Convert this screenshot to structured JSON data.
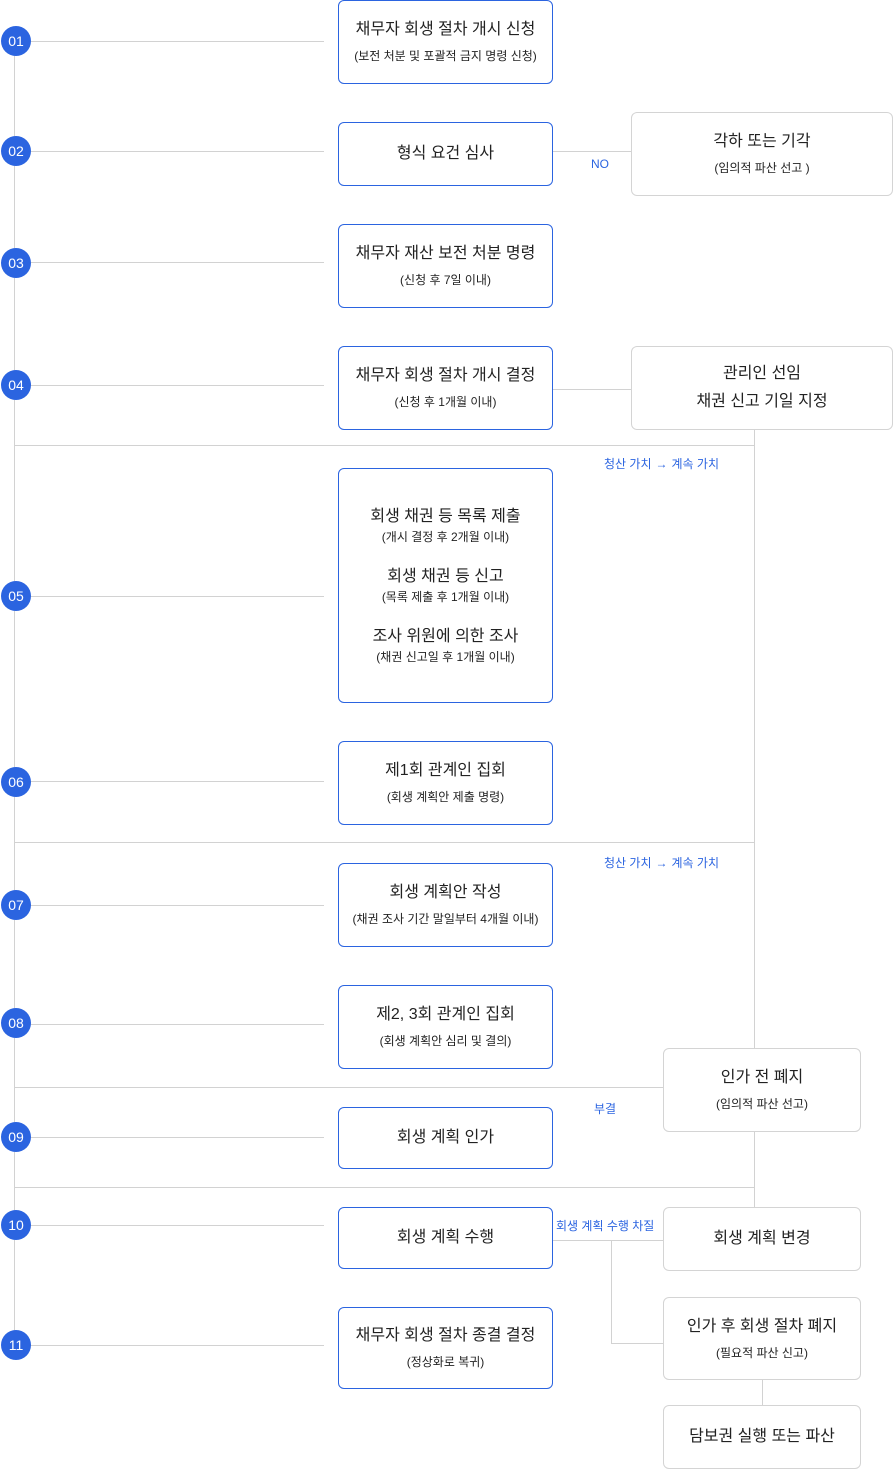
{
  "colors": {
    "accent": "#2b64e0",
    "line": "#d2d2d2",
    "box_border_gray": "#d4d4d4"
  },
  "steps": [
    "01",
    "02",
    "03",
    "04",
    "05",
    "06",
    "07",
    "08",
    "09",
    "10",
    "11"
  ],
  "boxes": {
    "b01": {
      "title": "채무자 회생 절차 개시 신청",
      "sub": "(보전 처분 및 포괄적 금지 명령 신청)"
    },
    "b02": {
      "title": "형식 요건 심사"
    },
    "b03": {
      "title": "채무자 재산 보전 처분 명령",
      "sub": "(신청 후 7일 이내)"
    },
    "b04": {
      "title": "채무자 회생 절차 개시 결정",
      "sub": "(신청 후 1개월 이내)"
    },
    "b05": [
      {
        "title": "회생 채권 등 목록 제출",
        "sub": "(개시 결정 후 2개월 이내)"
      },
      {
        "title": "회생 채권 등 신고",
        "sub": "(목록 제출 후 1개월 이내)"
      },
      {
        "title": "조사 위원에 의한 조사",
        "sub": "(채권 신고일 후 1개월 이내)"
      }
    ],
    "b06": {
      "title": "제1회 관계인 집회",
      "sub": "(회생 계획안 제출 명령)"
    },
    "b07": {
      "title": "회생 계획안 작성",
      "sub": "(채권 조사 기간 말일부터 4개월 이내)"
    },
    "b08": {
      "title": "제2, 3회 관계인 집회",
      "sub": "(회생 계획안 심리 및 결의)"
    },
    "b09": {
      "title": "회생 계획 인가"
    },
    "b10": {
      "title": "회생 계획 수행"
    },
    "b11": {
      "title": "채무자 회생 절차 종결 결정",
      "sub": "(정상화로 복귀)"
    }
  },
  "side": {
    "reject": {
      "title": "각하 또는 기각",
      "sub": "(임의적 파산 선고 )"
    },
    "admin": {
      "line1": "관리인 선임",
      "line2": "채권 신고 기일 지정"
    },
    "abolish": {
      "title": "인가 전 폐지",
      "sub": "(임의적 파산 선고)"
    },
    "change": {
      "title": "회생 계획 변경"
    },
    "abort": {
      "title": "인가 후 회생 절차 폐지",
      "sub": "(필요적 파산 신고)"
    },
    "bankrupt": {
      "title": "담보권 실행 또는 파산"
    }
  },
  "labels": {
    "no": "NO",
    "value1": {
      "from": "청산 가치",
      "arrow": "→",
      "to": "계속 가치"
    },
    "value2": {
      "from": "청산 가치",
      "arrow": "→",
      "to": "계속 가치"
    },
    "rejected": "부결",
    "breach": "회생 계획 수행 차질"
  }
}
